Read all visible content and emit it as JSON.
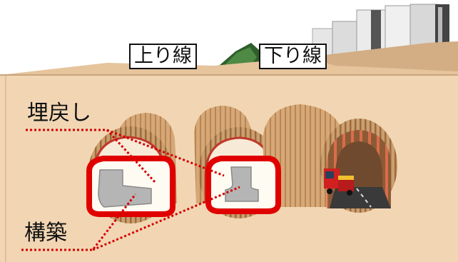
{
  "labels": {
    "up_line": "上り線",
    "down_line": "下り線",
    "backfill": "埋戻し",
    "construction": "構築"
  },
  "colors": {
    "ground": "#f2d6b3",
    "ground_shadow": "#e8c49a",
    "sky": "#ffffff",
    "shell": "#c99a66",
    "highlight": "#e00000",
    "callout_line": "#d40000",
    "hill": "#2f5f2b"
  }
}
